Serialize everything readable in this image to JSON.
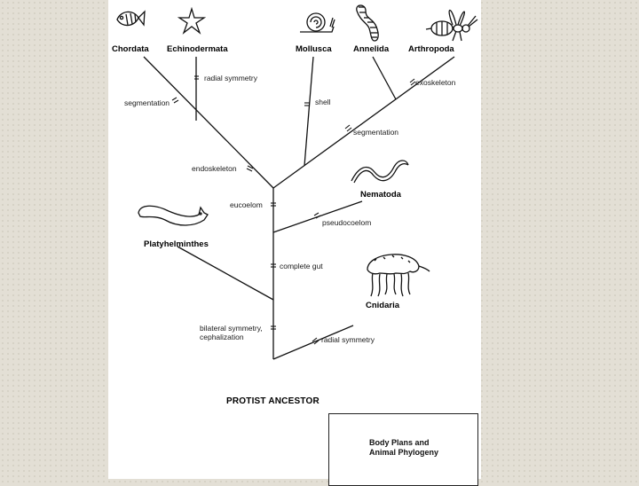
{
  "taxa": {
    "chordata": "Chordata",
    "echinodermata": "Echinodermata",
    "mollusca": "Mollusca",
    "annelida": "Annelida",
    "arthropoda": "Arthropoda",
    "nematoda": "Nematoda",
    "platyhelminthes": "Platyhelminthes",
    "cnidaria": "Cnidaria"
  },
  "traits": {
    "radial_symmetry_echino": "radial symmetry",
    "segmentation_chordata": "segmentation",
    "shell": "shell",
    "exoskeleton": "exoskeleton",
    "segmentation_annelid": "segmentation",
    "endoskeleton": "endoskeleton",
    "eucoelom": "eucoelom",
    "pseudocoelom": "pseudocoelom",
    "complete_gut": "complete gut",
    "bilateral_symmetry": "bilateral symmetry,",
    "cephalization": "cephalization",
    "radial_symmetry_cnidaria": "radial symmetry"
  },
  "root": "PROTIST ANCESTOR",
  "caption": {
    "line1": "Body Plans and",
    "line2": "Animal Phylogeny"
  },
  "icons": [
    "fish-icon",
    "starfish-icon",
    "snail-icon",
    "worm-icon",
    "wasp-icon",
    "roundworm-icon",
    "flatworm-icon",
    "jellyfish-icon"
  ]
}
